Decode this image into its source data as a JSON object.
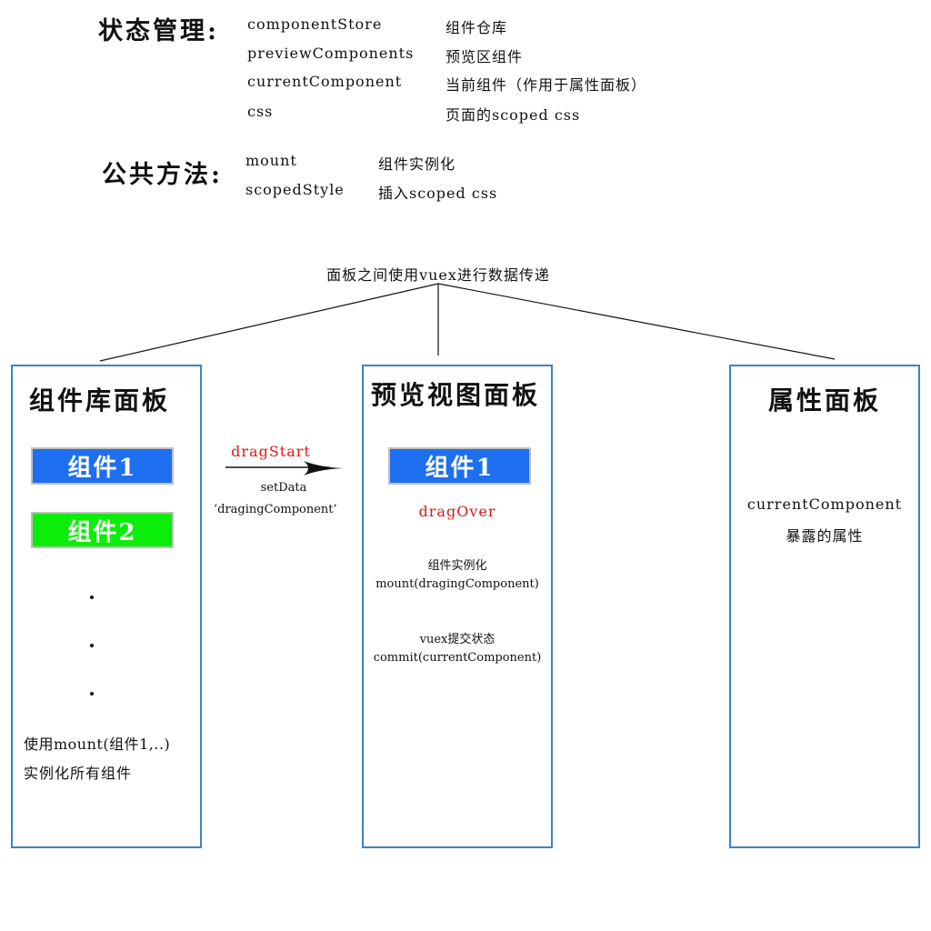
{
  "state_management": {
    "heading": "状态管理:",
    "rows": [
      {
        "key": "componentStore",
        "desc": "组件仓库"
      },
      {
        "key": "previewComponents",
        "desc": "预览区组件"
      },
      {
        "key": "currentComponent",
        "desc": "当前组件（作用于属性面板）"
      },
      {
        "key": "css",
        "desc": "页面的scoped css"
      }
    ]
  },
  "public_methods": {
    "heading": "公共方法:",
    "rows": [
      {
        "key": "mount",
        "desc": "组件实例化"
      },
      {
        "key": "scopedStyle",
        "desc": "插入scoped css"
      }
    ]
  },
  "vuex_label": "面板之间使用vuex进行数据传递",
  "panels": {
    "library": {
      "title": "组件库面板",
      "components": [
        {
          "label": "组件1",
          "color": "#1e6ff0"
        },
        {
          "label": "组件2",
          "color": "#0aee0a"
        }
      ],
      "note_line1": "使用mount(组件1,..)",
      "note_line2": "实例化所有组件"
    },
    "preview": {
      "title": "预览视图面板",
      "component": {
        "label": "组件1",
        "color": "#1e6ff0"
      },
      "drag_over": "dragOver",
      "step1_title": "组件实例化",
      "step1_code": "mount(dragingComponent)",
      "step2_title": "vuex提交状态",
      "step2_code": "commit(currentComponent)"
    },
    "properties": {
      "title": "属性面板",
      "line1": "currentComponent",
      "line2": "暴露的属性"
    }
  },
  "drag": {
    "start_label": "dragStart",
    "set_data": "setData",
    "data_key": "‘dragingComponent’"
  },
  "colors": {
    "panel_border": "#3d83c2",
    "accent_red": "#e01616",
    "component_blue": "#1e6ff0",
    "component_green": "#0aee0a"
  }
}
